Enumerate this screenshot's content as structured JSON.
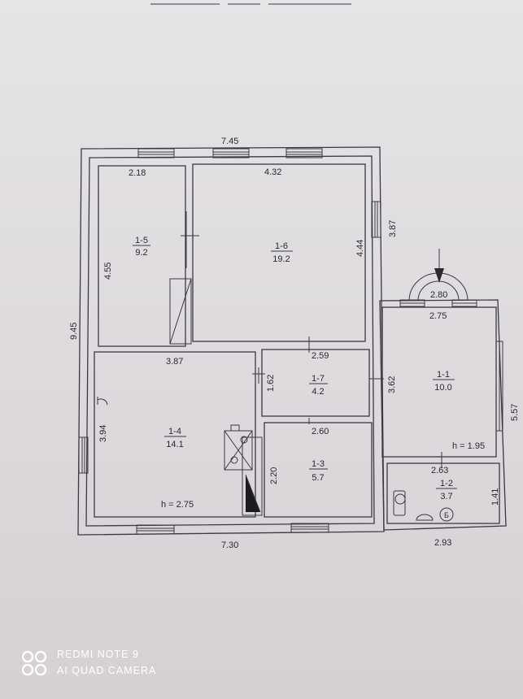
{
  "header": {
    "strip": "________ _ ______ ________"
  },
  "dimensions": {
    "total_width_top": "7.45",
    "total_width_bottom": "7.30",
    "total_height_left": "9.45",
    "height_right_upper": "3.87",
    "height_right_lower": "5.57",
    "room_1_5_top": "2.18",
    "room_1_5_side": "4.55",
    "room_1_6_top": "4.32",
    "room_1_6_side": "4.44",
    "room_1_4_top": "3.87",
    "room_1_4_side": "3.94",
    "room_1_7_top": "2.59",
    "room_1_7_side": "1.62",
    "room_1_7_bottom": "2.60",
    "room_1_3_side": "2.20",
    "room_1_1_arch": "2.80",
    "room_1_1_top": "2.75",
    "room_1_1_side": "3.62",
    "room_1_2_top": "2.63",
    "room_1_2_side": "1.41",
    "room_1_2_bottom": "2.93"
  },
  "rooms": [
    {
      "id": "1-5",
      "area": "9.2"
    },
    {
      "id": "1-6",
      "area": "19.2"
    },
    {
      "id": "1-4",
      "area": "14.1"
    },
    {
      "id": "1-7",
      "area": "4.2"
    },
    {
      "id": "1-3",
      "area": "5.7"
    },
    {
      "id": "1-1",
      "area": "10.0"
    },
    {
      "id": "1-2",
      "area": "3.7"
    }
  ],
  "ceiling_heights": {
    "main": "h = 2.75",
    "annex": "h = 1.95"
  },
  "symbols": {
    "boiler_letter": "Б"
  },
  "watermark": {
    "line1": "REDMI NOTE 9",
    "line2": "AI QUAD CAMERA",
    "color": "#ffffff"
  },
  "colors": {
    "paper": "#e2e0e2",
    "ink": "#3a3a40"
  }
}
